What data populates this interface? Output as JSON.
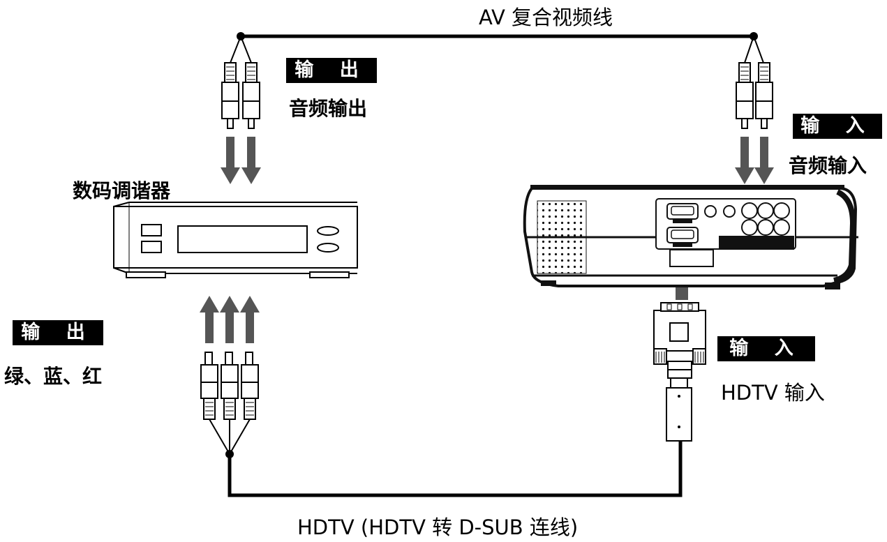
{
  "labels": {
    "av_cable": "AV 复合视频线",
    "output_badge_top": "输 出",
    "audio_output": "音频输出",
    "tuner": "数码调谐器",
    "input_badge_top": "输 入",
    "audio_input": "音频输入",
    "output_badge_left": "输 出",
    "component_colors": "绿、蓝、红",
    "input_badge_right": "输 入",
    "hdtv_input": "HDTV 输入",
    "hdtv_cable": "HDTV (HDTV 转 D-SUB 连线)"
  },
  "colors": {
    "line": "#000000",
    "arrow": "#555555",
    "badge_bg": "#000000",
    "badge_fg": "#ffffff",
    "device_fill": "#ffffff",
    "projector_dark": "#111111"
  }
}
